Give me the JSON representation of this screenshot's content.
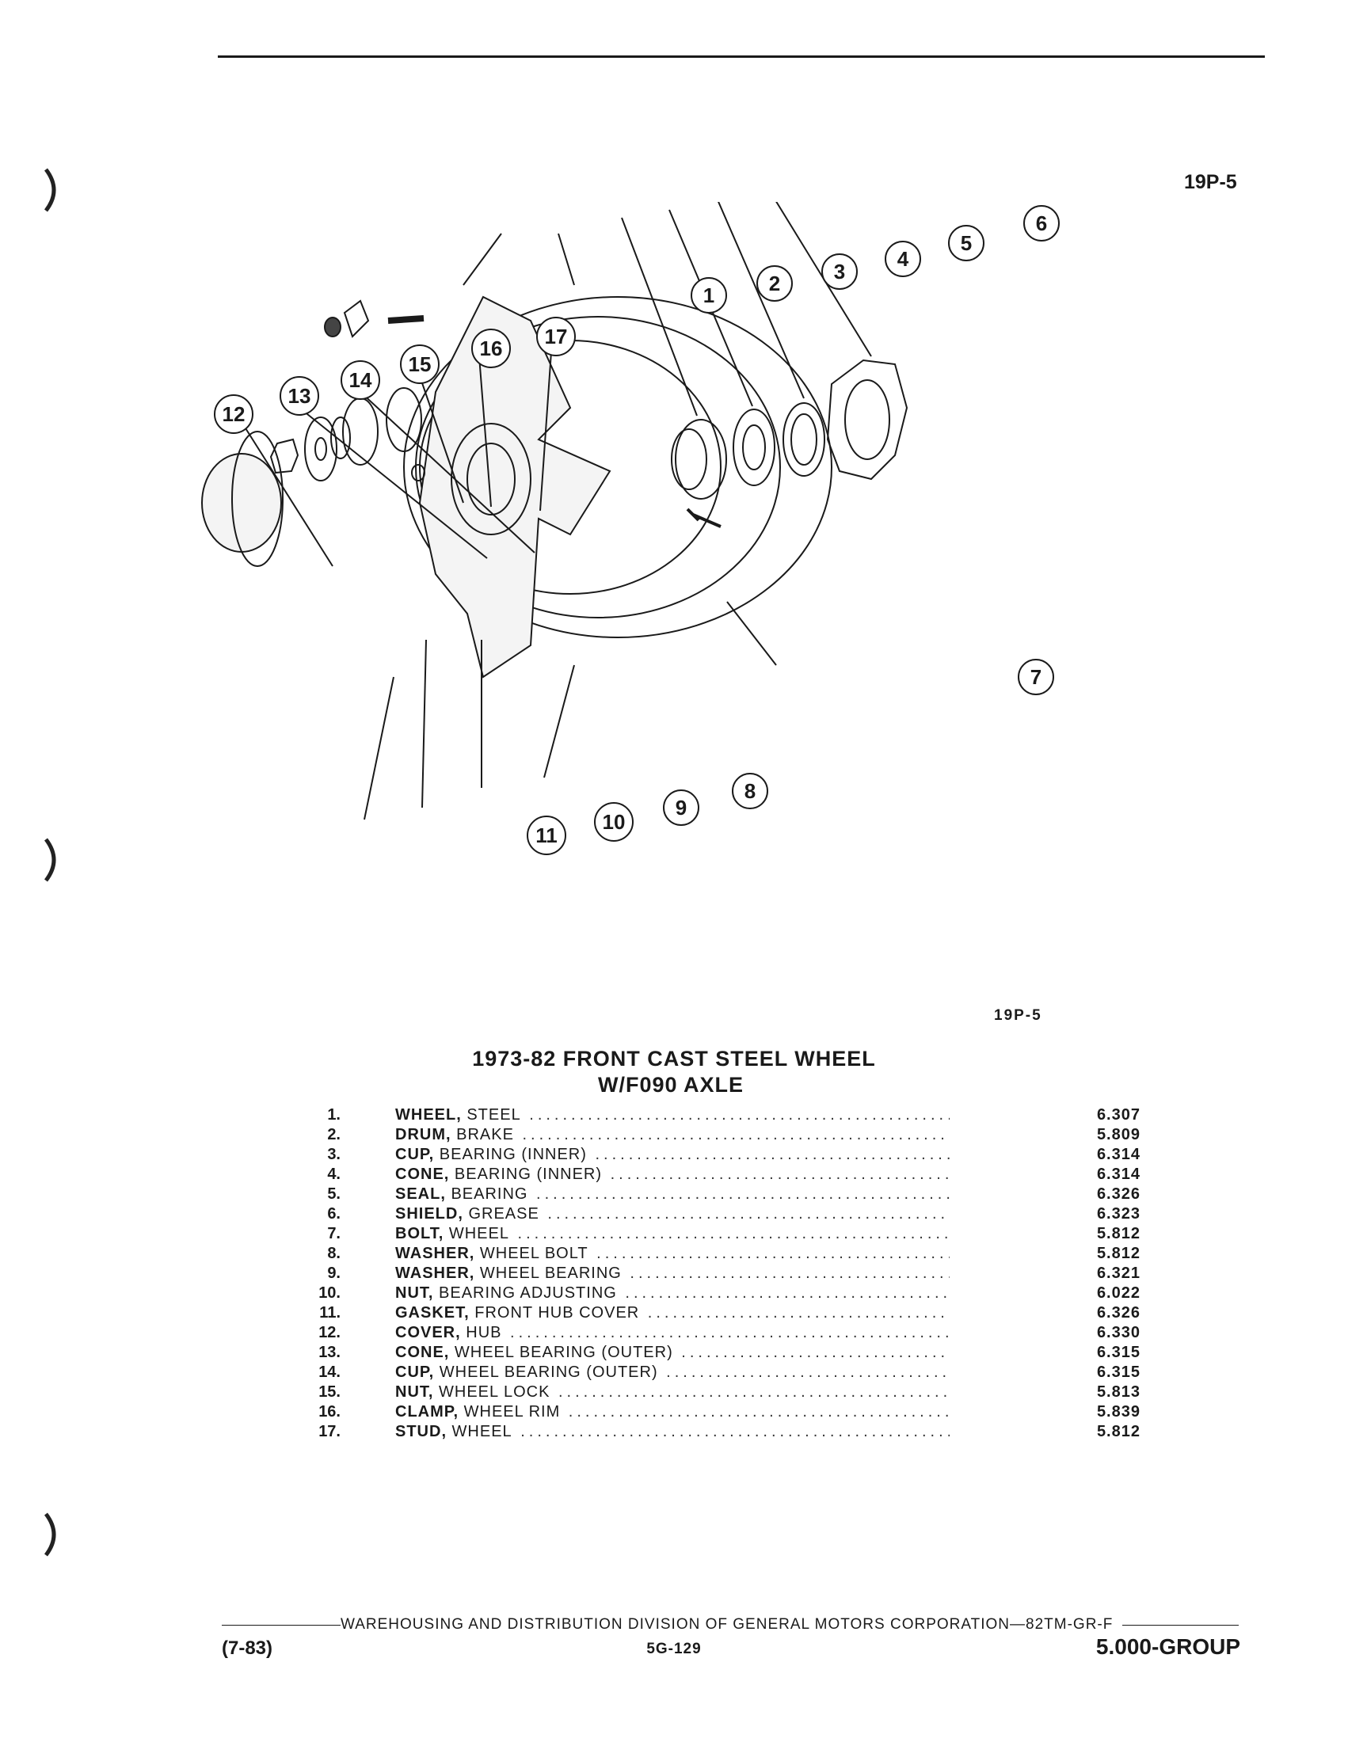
{
  "page": {
    "figure_label": "19P-5",
    "figure_label_caption": "19P-5",
    "title_line1": "1973-82 FRONT CAST STEEL WHEEL",
    "title_line2": "W/F090 AXLE"
  },
  "callouts": [
    "1",
    "2",
    "3",
    "4",
    "5",
    "6",
    "7",
    "8",
    "9",
    "10",
    "11",
    "12",
    "13",
    "14",
    "15",
    "16",
    "17"
  ],
  "parts": [
    {
      "num": "1.",
      "name": "WHEEL,",
      "desc": " STEEL",
      "page": "6.307"
    },
    {
      "num": "2.",
      "name": "DRUM,",
      "desc": " BRAKE",
      "page": "5.809"
    },
    {
      "num": "3.",
      "name": "CUP,",
      "desc": " BEARING (INNER)",
      "page": "6.314"
    },
    {
      "num": "4.",
      "name": "CONE,",
      "desc": " BEARING (INNER)",
      "page": "6.314"
    },
    {
      "num": "5.",
      "name": "SEAL,",
      "desc": " BEARING",
      "page": "6.326"
    },
    {
      "num": "6.",
      "name": "SHIELD,",
      "desc": " GREASE",
      "page": "6.323"
    },
    {
      "num": "7.",
      "name": "BOLT,",
      "desc": " WHEEL",
      "page": "5.812"
    },
    {
      "num": "8.",
      "name": "WASHER,",
      "desc": " WHEEL BOLT",
      "page": "5.812"
    },
    {
      "num": "9.",
      "name": "WASHER,",
      "desc": " WHEEL BEARING",
      "page": "6.321"
    },
    {
      "num": "10.",
      "name": "NUT,",
      "desc": " BEARING ADJUSTING",
      "page": "6.022"
    },
    {
      "num": "11.",
      "name": "GASKET,",
      "desc": " FRONT HUB COVER",
      "page": "6.326"
    },
    {
      "num": "12.",
      "name": "COVER,",
      "desc": " HUB",
      "page": "6.330"
    },
    {
      "num": "13.",
      "name": "CONE,",
      "desc": " WHEEL BEARING (OUTER)",
      "page": "6.315"
    },
    {
      "num": "14.",
      "name": "CUP,",
      "desc": " WHEEL BEARING (OUTER)",
      "page": "6.315"
    },
    {
      "num": "15.",
      "name": "NUT,",
      "desc": " WHEEL LOCK",
      "page": "5.813"
    },
    {
      "num": "16.",
      "name": "CLAMP,",
      "desc": " WHEEL RIM",
      "page": "5.839"
    },
    {
      "num": "17.",
      "name": "STUD,",
      "desc": " WHEEL",
      "page": "5.812"
    }
  ],
  "footer": {
    "line": "WAREHOUSING AND DISTRIBUTION DIVISION OF GENERAL MOTORS CORPORATION—82TM-GR-F",
    "date": "(7-83)",
    "page_number": "5G-129",
    "group": "5.000-GROUP"
  }
}
